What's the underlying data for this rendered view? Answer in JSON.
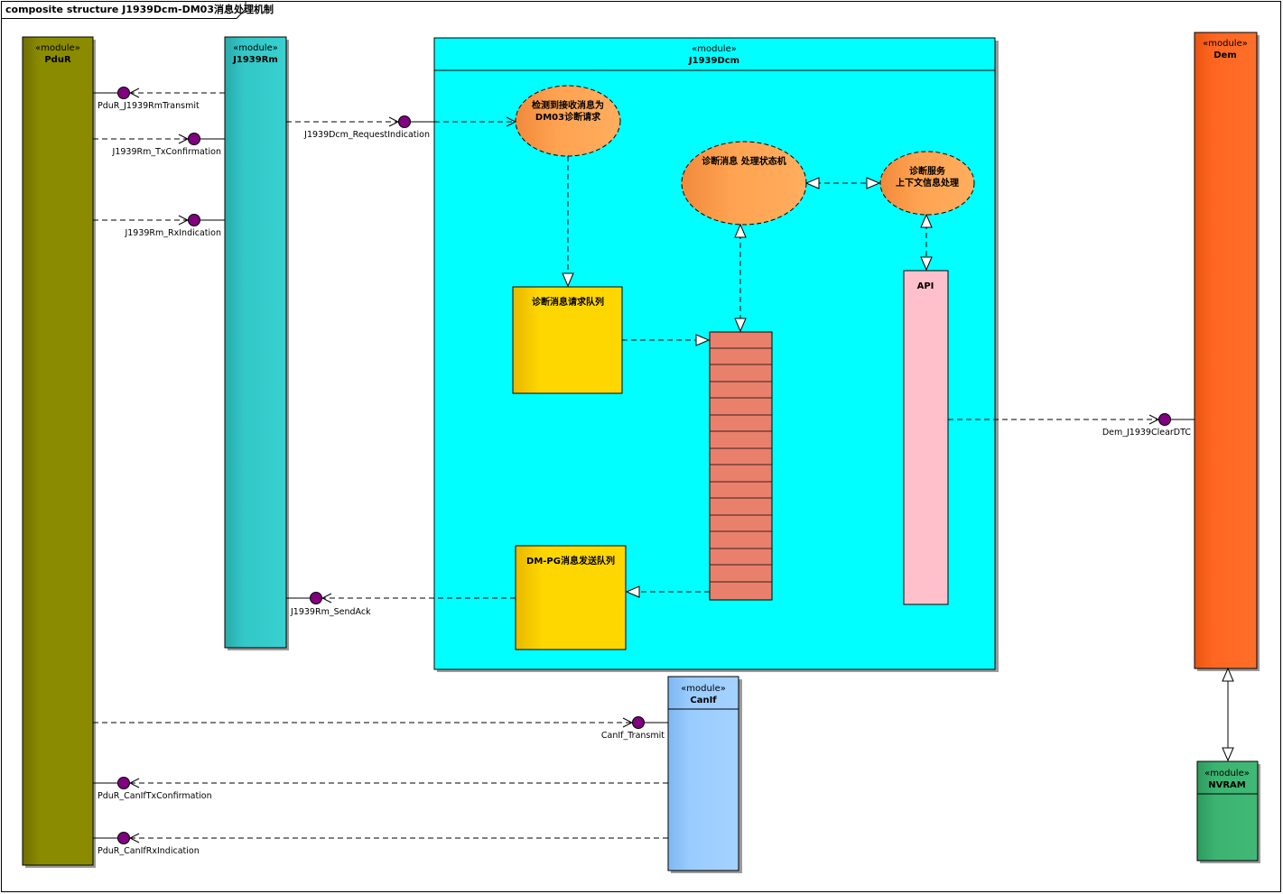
{
  "frame": {
    "title": "composite structure J1939Dcm-DM03消息处理机制"
  },
  "modules": {
    "pdur": {
      "stereotype": "«module»",
      "name": "PduR"
    },
    "j1939rm": {
      "stereotype": "«module»",
      "name": "J1939Rm"
    },
    "j1939dcm": {
      "stereotype": "«module»",
      "name": "J1939Dcm"
    },
    "dem": {
      "stereotype": "«module»",
      "name": "Dem"
    },
    "canif": {
      "stereotype": "«module»",
      "name": "CanIf"
    },
    "nvram": {
      "stereotype": "«module»",
      "name": "NVRAM"
    }
  },
  "ports": {
    "pdur_j1939rm_transmit": "PduR_J1939RmTransmit",
    "j1939rm_txconfirmation": "J1939Rm_TxConfirmation",
    "j1939rm_rxindication": "J1939Rm_RxIndication",
    "j1939dcm_requestindication": "J1939Dcm_RequestIndication",
    "j1939rm_sendack": "J1939Rm_SendAck",
    "dem_j1939cleardtc": "Dem_J1939ClearDTC",
    "canif_transmit": "CanIf_Transmit",
    "pdur_caniftxconfirmation": "PduR_CanIfTxConfirmation",
    "pdur_canifrxindication": "PduR_CanIfRxIndication"
  },
  "parts": {
    "detect_ellipse": [
      "检测到接收消息为",
      "DM03诊断请求"
    ],
    "state_machine_ellipse": "诊断消息 处理状态机",
    "context_ellipse": [
      "诊断服务",
      "上下文信息处理"
    ],
    "request_queue": "诊断消息请求队列",
    "send_queue": "DM-PG消息发送队列",
    "api": "API"
  },
  "colors": {
    "pdur": "#8b8b00",
    "j1939rm": "#33c7c7",
    "j1939dcm": "#00ffff",
    "dem": "#ff6621",
    "canif": "#99ccff",
    "nvram": "#3cb371",
    "ellipse": "#ffa351",
    "queue_box": "#ffd700",
    "buffer": "#e9806c",
    "api": "#ffc0cb",
    "port": "#800080"
  }
}
